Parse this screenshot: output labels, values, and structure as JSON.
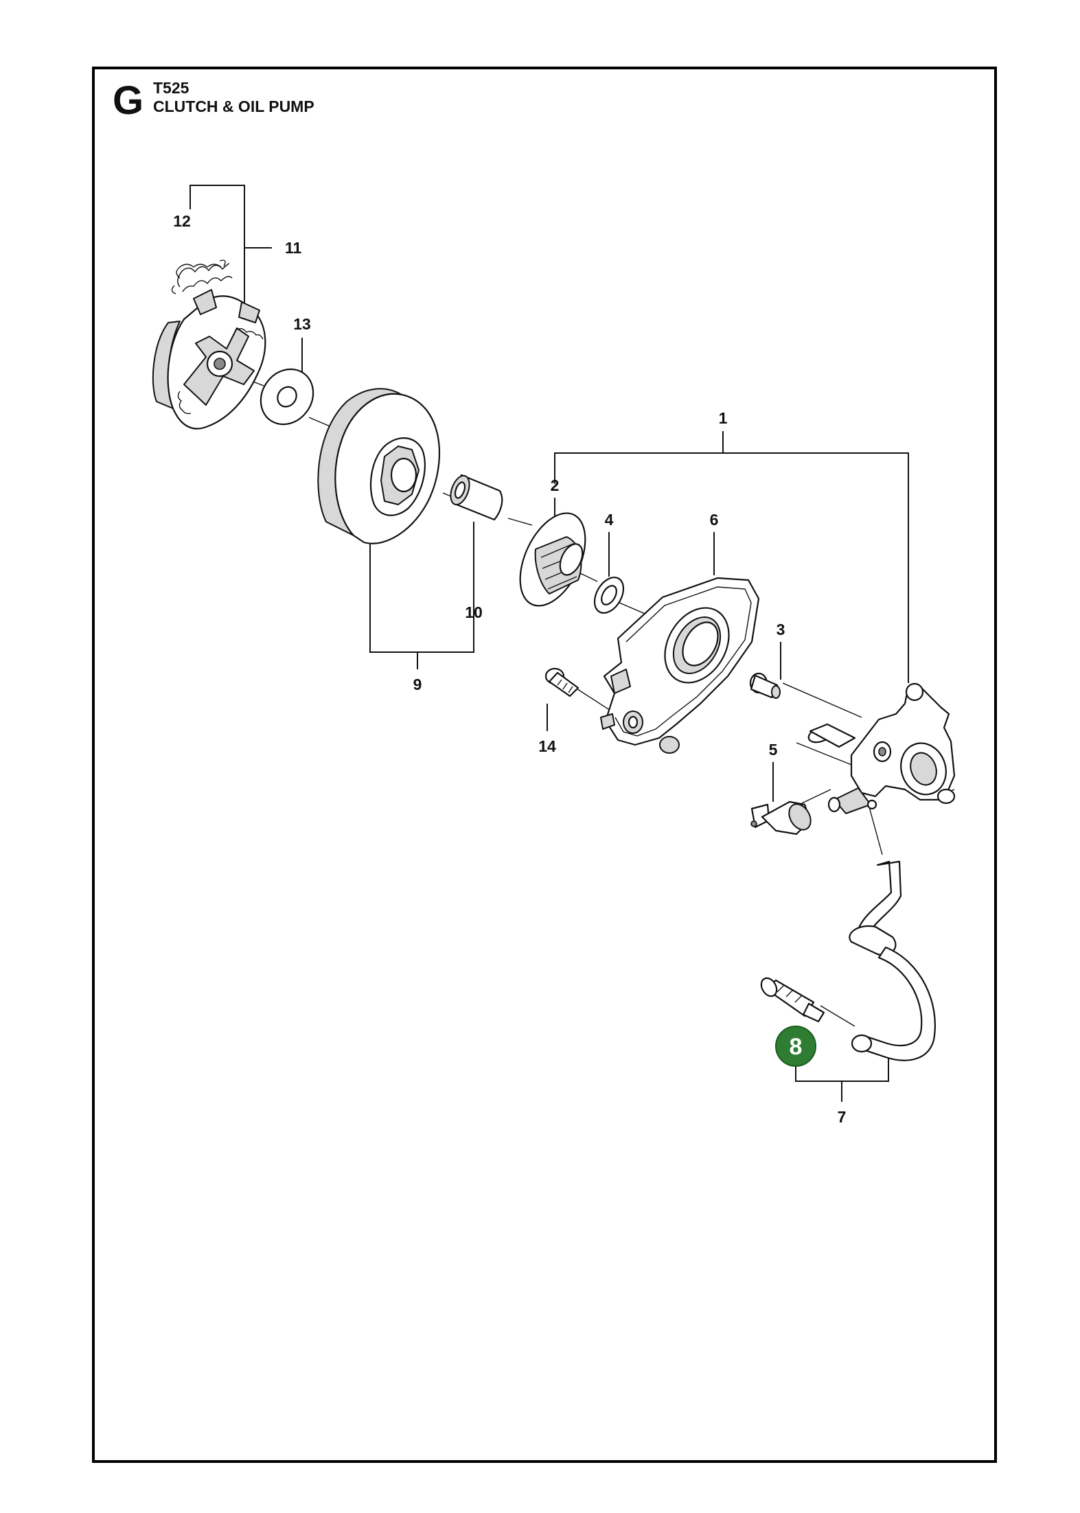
{
  "header": {
    "section_letter": "G",
    "model": "T525",
    "title": "CLUTCH & OIL PUMP"
  },
  "callouts": [
    {
      "id": "1",
      "text": "1"
    },
    {
      "id": "2",
      "text": "2"
    },
    {
      "id": "3",
      "text": "3"
    },
    {
      "id": "4",
      "text": "4"
    },
    {
      "id": "5",
      "text": "5"
    },
    {
      "id": "6",
      "text": "6"
    },
    {
      "id": "7",
      "text": "7"
    },
    {
      "id": "8",
      "text": "8",
      "highlighted": true
    },
    {
      "id": "9",
      "text": "9"
    },
    {
      "id": "10",
      "text": "10"
    },
    {
      "id": "11",
      "text": "11"
    },
    {
      "id": "12",
      "text": "12"
    },
    {
      "id": "13",
      "text": "13"
    },
    {
      "id": "14",
      "text": "14"
    }
  ],
  "colors": {
    "highlight": "#2e7d32",
    "line": "#111111",
    "frame": "#000000"
  },
  "icons": [
    "clutch-icon",
    "spring-icon",
    "washer-icon",
    "clutch-drum-icon",
    "needle-bearing-icon",
    "worm-gear-icon",
    "washer-small-icon",
    "plate-icon",
    "bolt-icon",
    "screw-icon",
    "oil-pump-icon",
    "pin-icon",
    "hose-icon",
    "filter-icon"
  ]
}
